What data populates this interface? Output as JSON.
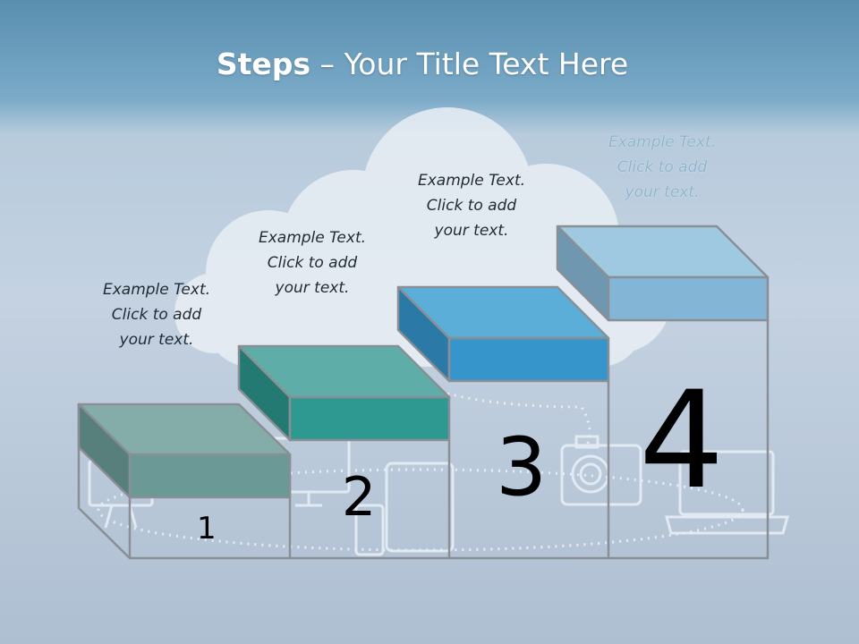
{
  "title": {
    "bold": "Steps",
    "rest": " – Your Title Text Here"
  },
  "steps": [
    {
      "number": "1",
      "line1": "Example Text.",
      "line2": "Click  to add",
      "line3": "your text.",
      "top_color": "#84aca8",
      "front_color": "#6b9996",
      "side_color": "#577f7b"
    },
    {
      "number": "2",
      "line1": "Example Text.",
      "line2": "Click  to add",
      "line3": "your text.",
      "top_color": "#5eada9",
      "front_color": "#2e9990",
      "side_color": "#227a73"
    },
    {
      "number": "3",
      "line1": "Example Text.",
      "line2": "Click  to add",
      "line3": "your text.",
      "top_color": "#5aaed8",
      "front_color": "#3696cc",
      "side_color": "#2a79a6"
    },
    {
      "number": "4",
      "line1": "Example Text.",
      "line2": "Click  to add",
      "line3": "your text.",
      "top_color": "#9fc9e0",
      "front_color": "#83b6d6",
      "side_color": "#6f97b0"
    }
  ],
  "icons": [
    "cloud-icon",
    "monitor-icon",
    "tablet-icon",
    "camera-icon",
    "laptop-icon",
    "phone-icon"
  ]
}
